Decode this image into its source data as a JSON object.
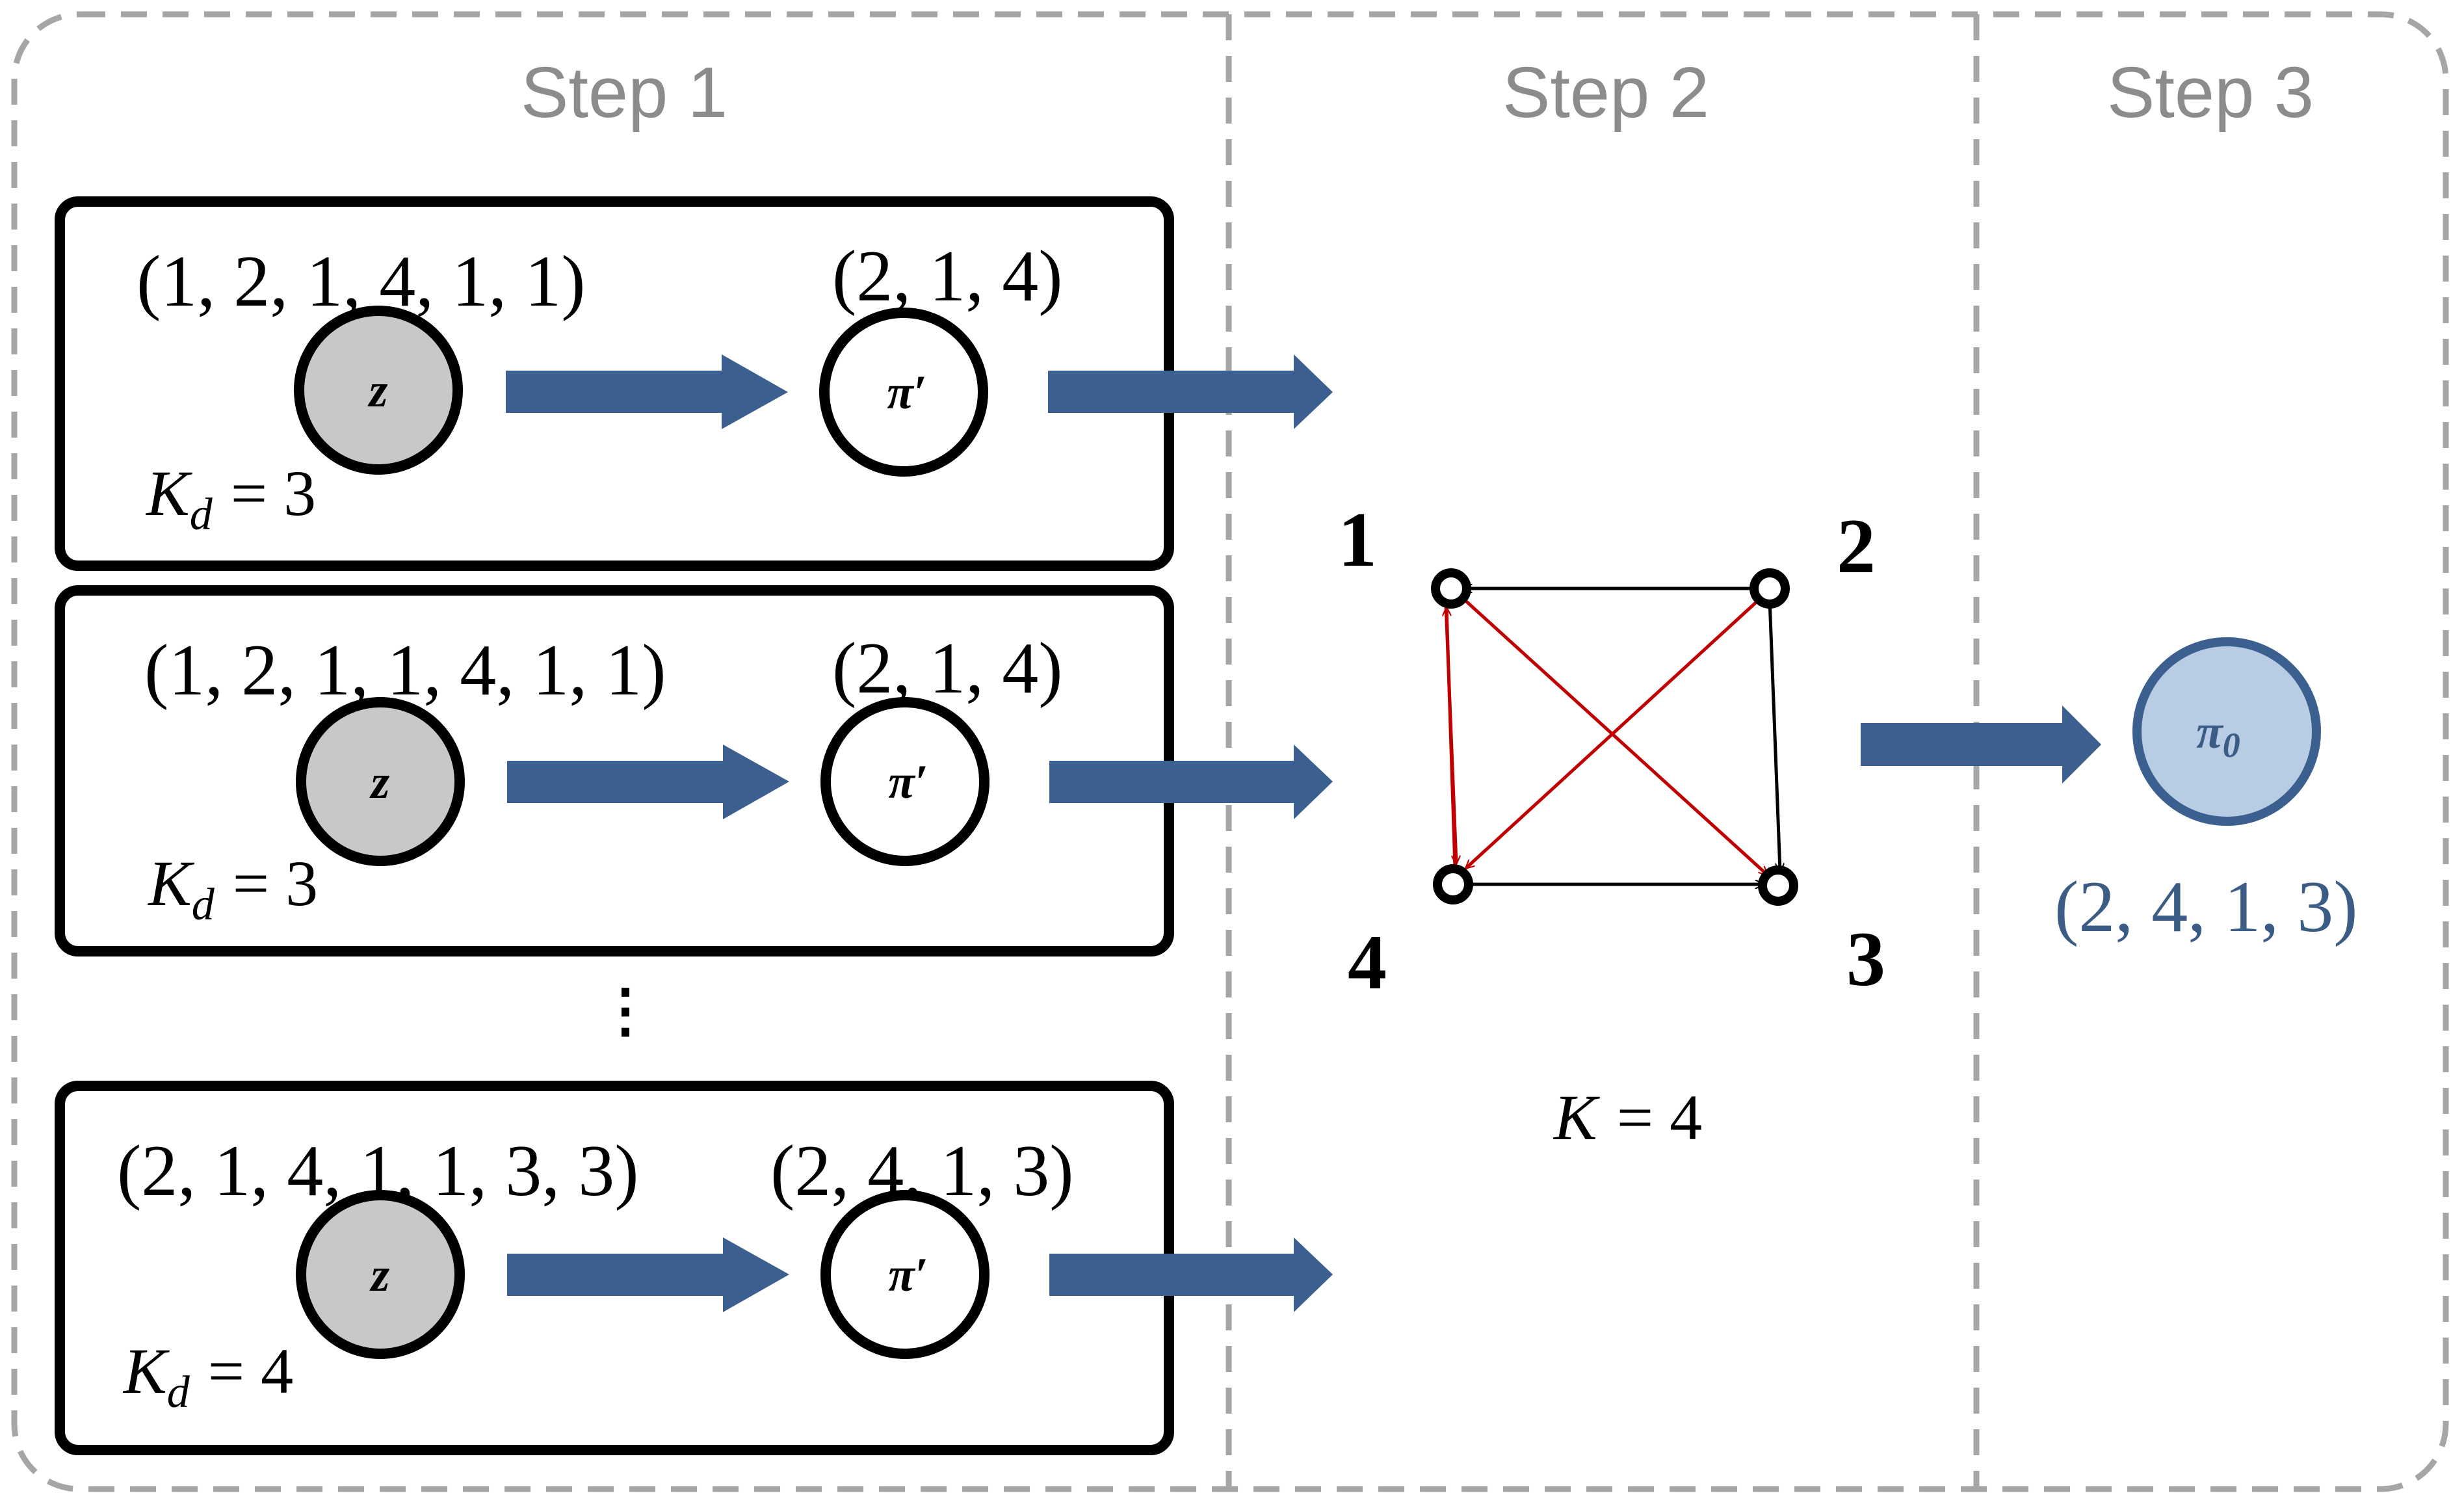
{
  "steps": {
    "step1": "Step 1",
    "step2": "Step 2",
    "step3": "Step 3"
  },
  "panels": [
    {
      "input_sequence": "(1, 2, 1, 4, 1, 1)",
      "output_ranking": "(2, 1, 4)",
      "z_label": "z",
      "pi_label": "π′",
      "kd_symbol": "K",
      "kd_sub": "d",
      "kd_value": "= 3"
    },
    {
      "input_sequence": "(1, 2, 1, 1, 4, 1, 1)",
      "output_ranking": "(2, 1, 4)",
      "z_label": "z",
      "pi_label": "π′",
      "kd_symbol": "K",
      "kd_sub": "d",
      "kd_value": "= 3"
    },
    {
      "input_sequence": "(2, 1, 4, 1, 1, 3, 3)",
      "output_ranking": "(2, 4, 1, 3)",
      "z_label": "z",
      "pi_label": "π′",
      "kd_symbol": "K",
      "kd_sub": "d",
      "kd_value": "= 4"
    }
  ],
  "ellipsis": "⋮",
  "graph": {
    "node_labels": [
      "1",
      "2",
      "3",
      "4"
    ],
    "k_symbol": "K",
    "k_value": "= 4",
    "edges": [
      {
        "from": "2",
        "to": "1",
        "color": "black"
      },
      {
        "from": "2",
        "to": "3",
        "color": "black"
      },
      {
        "from": "4",
        "to": "3",
        "color": "black"
      },
      {
        "from": "1",
        "to": "3",
        "color": "red"
      },
      {
        "from": "2",
        "to": "4",
        "color": "red"
      },
      {
        "from": "1",
        "to": "4",
        "color": "red"
      },
      {
        "from": "4",
        "to": "1",
        "color": "red"
      }
    ]
  },
  "result": {
    "label": "π",
    "label_sub": "0",
    "ranking": "(2, 4, 1, 3)"
  },
  "colors": {
    "arrow_blue": "#3b6090",
    "dashed_gray": "#a6a6a6",
    "node_gray": "#c8c8c8",
    "result_fill": "#b8cce4",
    "result_stroke": "#3b6090",
    "edge_red": "#c00000"
  }
}
